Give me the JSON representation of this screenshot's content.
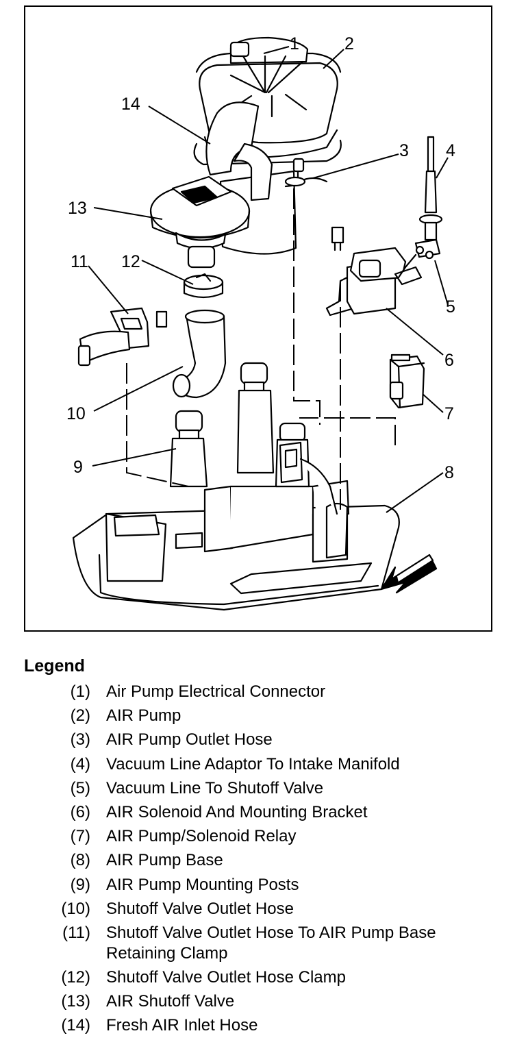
{
  "diagram": {
    "callouts": [
      "1",
      "2",
      "3",
      "4",
      "5",
      "6",
      "7",
      "8",
      "9",
      "10",
      "11",
      "12",
      "13",
      "14"
    ]
  },
  "legend": {
    "title": "Legend",
    "items": [
      {
        "num": "(1)",
        "text": "Air Pump Electrical Connector"
      },
      {
        "num": "(2)",
        "text": "AIR Pump"
      },
      {
        "num": "(3)",
        "text": "AIR Pump Outlet Hose"
      },
      {
        "num": "(4)",
        "text": "Vacuum Line Adaptor To Intake Manifold"
      },
      {
        "num": "(5)",
        "text": "Vacuum Line To Shutoff Valve"
      },
      {
        "num": "(6)",
        "text": "AIR Solenoid And Mounting Bracket"
      },
      {
        "num": "(7)",
        "text": "AIR Pump/Solenoid Relay"
      },
      {
        "num": "(8)",
        "text": "AIR Pump Base"
      },
      {
        "num": "(9)",
        "text": "AIR Pump Mounting Posts"
      },
      {
        "num": "(10)",
        "text": "Shutoff Valve Outlet Hose"
      },
      {
        "num": "(11)",
        "text": "Shutoff Valve Outlet Hose To AIR Pump Base Retaining Clamp"
      },
      {
        "num": "(12)",
        "text": "Shutoff Valve Outlet Hose Clamp"
      },
      {
        "num": "(13)",
        "text": "AIR Shutoff Valve"
      },
      {
        "num": "(14)",
        "text": "Fresh AIR Inlet Hose"
      }
    ]
  }
}
